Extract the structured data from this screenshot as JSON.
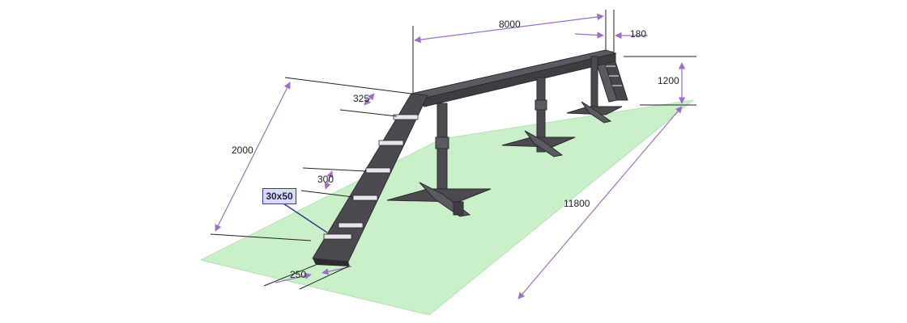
{
  "dimensions": {
    "beam_length": "8000",
    "beam_width": "180",
    "height": "1200",
    "ramp_run": "2000",
    "cleat_spacing_top": "325",
    "cleat_spacing": "300",
    "ramp_width": "250",
    "total_length": "11800"
  },
  "callout": {
    "label": "30x50"
  },
  "colors": {
    "ground": "#c9f0c9",
    "steel": "#4a4a4f",
    "steel_dark": "#2c2c30",
    "dimension": "#9a6fc4"
  }
}
